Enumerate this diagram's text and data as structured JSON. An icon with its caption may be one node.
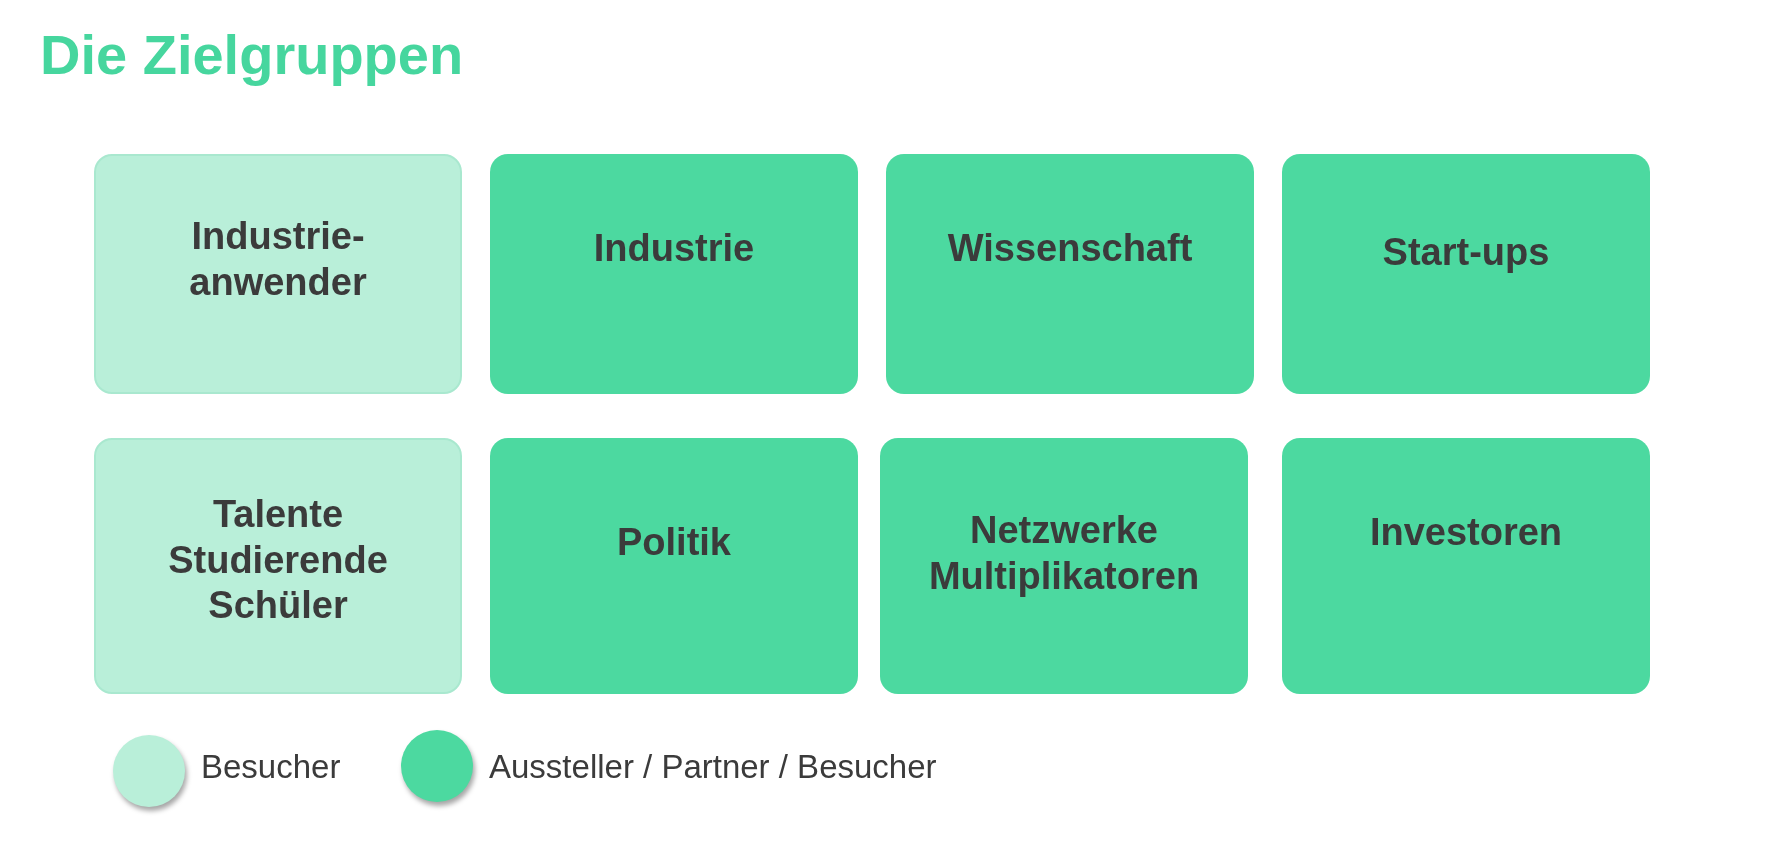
{
  "diagram": {
    "title": "Die Zielgruppen",
    "nodes": [
      {
        "text": [
          "Industrie- anwender"
        ]
      },
      {
        "text": [
          "Industrie"
        ]
      },
      {
        "text": [
          "Wissenschaft"
        ]
      },
      {
        "text": [
          "Start-ups"
        ]
      },
      {
        "text": [
          "Talente Studierende Schüler"
        ]
      },
      {
        "text": [
          "Politik"
        ]
      },
      {
        "text": [
          "Netzwerke Multiplikatoren"
        ]
      },
      {
        "text": [
          "Investoren"
        ]
      }
    ],
    "legend": [
      {
        "text": "Besucher",
        "color": "#b9efd9"
      },
      {
        "text": "Aussteller / Partner / Besucher",
        "color": "#4cd9a0"
      }
    ]
  }
}
